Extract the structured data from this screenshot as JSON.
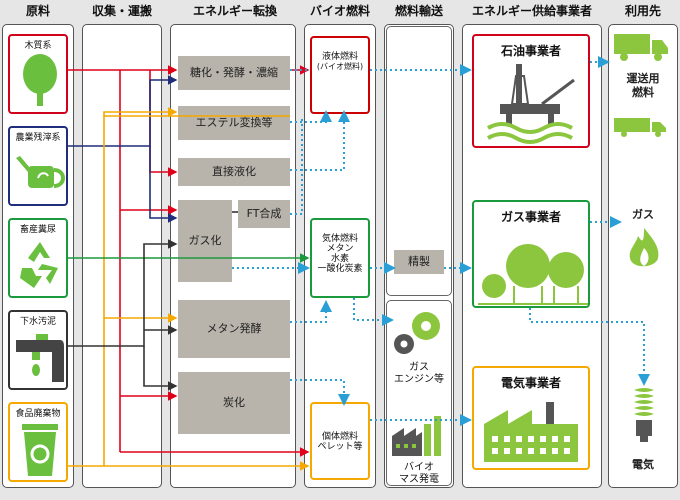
{
  "headers": {
    "raw": "原料",
    "collect": "収集・運搬",
    "convert": "エネルギー転換",
    "biofuel": "バイオ燃料",
    "transport": "燃料輸送",
    "supplier": "エネルギー供給事業者",
    "use": "利用先"
  },
  "sources": [
    "木質系",
    "農業残滓系",
    "畜産糞尿",
    "下水汚泥",
    "食品廃棄物"
  ],
  "processes": {
    "sugar": "糖化・発酵・濃縮",
    "ester": "エステル変換等",
    "liquefy": "直接液化",
    "gasify": "ガス化",
    "ft": "FT合成",
    "methane": "メタン発酵",
    "carbon": "炭化"
  },
  "fuels": {
    "liquid_1": "液体燃料",
    "liquid_2": "(バイオ燃料)",
    "gas_1": "気体燃料",
    "gas_2": "メタン",
    "gas_3": "水素",
    "gas_4": "一酸化炭素",
    "solid_1": "個体燃料",
    "solid_2": "ペレット等"
  },
  "transport": {
    "refine": "精製",
    "gas_engine_1": "ガス",
    "gas_engine_2": "エンジン等",
    "biomass_1": "バイオ",
    "biomass_2": "マス発電"
  },
  "suppliers": {
    "oil": "石油事業者",
    "gas": "ガス事業者",
    "power": "電気事業者"
  },
  "uses": {
    "transport_1": "運送用",
    "transport_2": "燃料",
    "gas": "ガス",
    "power": "電気"
  },
  "colors": {
    "red": "#e0001a",
    "navy": "#1f2d7a",
    "orange": "#f5a800",
    "green": "#1a9a3c",
    "dark": "#333333",
    "dotted": "#2a9fd6",
    "accent": "#8cc63f"
  }
}
